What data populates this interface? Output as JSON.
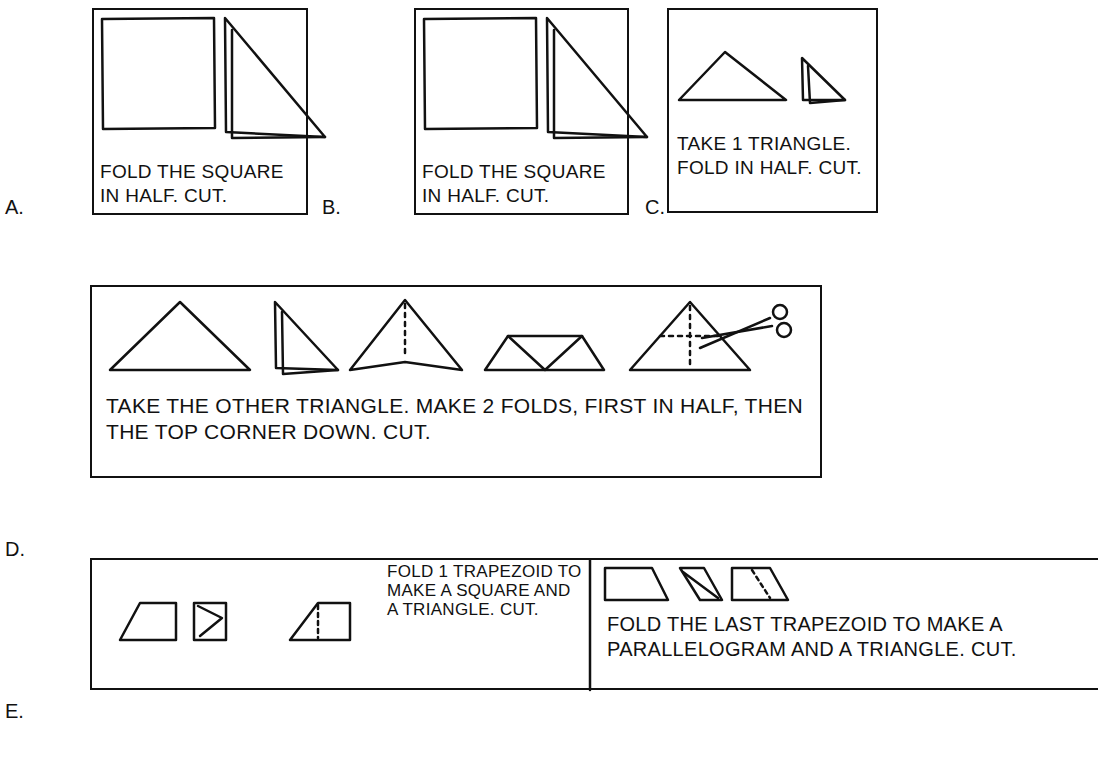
{
  "diagram": {
    "nodes": [
      {
        "text": [
          "FOLD THE SQUARE IN HALF. CUT."
        ]
      },
      {
        "text": [
          "FOLD THE SQUARE IN HALF. CUT."
        ]
      },
      {
        "text": [
          "TAKE 1 TRIANGLE. FOLD IN HALF. CUT."
        ]
      },
      {
        "text": [
          "TAKE THE OTHER TRIANGLE. MAKE 2 FOLDS, FIRST IN HALF, THEN THE TOP CORNER DOWN. CUT."
        ]
      },
      {
        "text": [
          "FOLD 1 TRAPEZOID TO MAKE A SQUARE AND A TRIANGLE. CUT.",
          "FOLD THE LAST TRAPEZOID TO MAKE A PARALLELOGRAM AND A TRIANGLE. CUT."
        ]
      }
    ],
    "labels": [
      "A.",
      "B.",
      "C.",
      "D.",
      "E."
    ]
  }
}
